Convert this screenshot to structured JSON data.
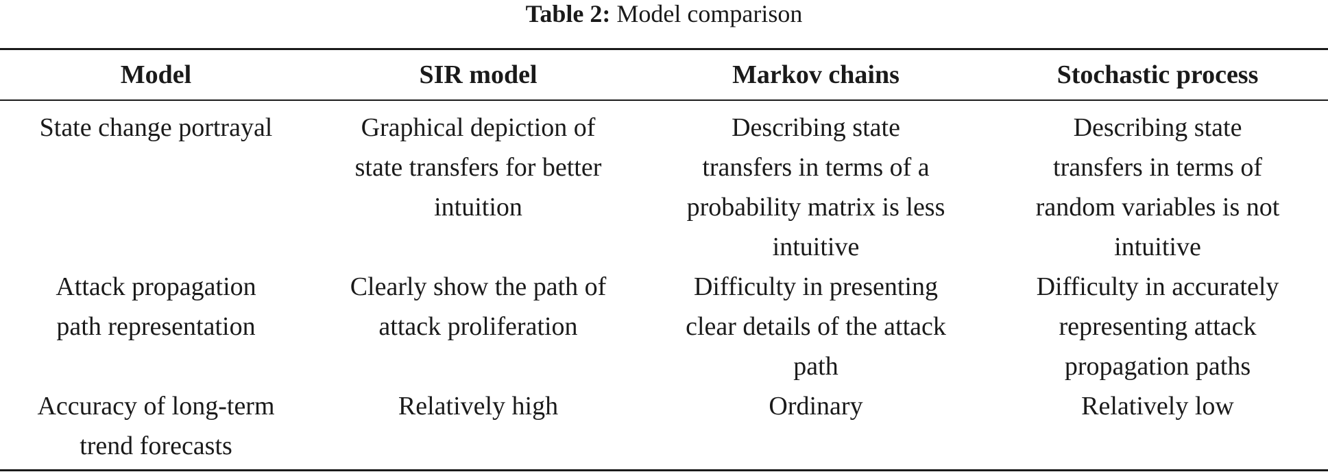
{
  "caption": {
    "label": "Table 2:",
    "title": "Model comparison"
  },
  "table": {
    "headers": [
      "Model",
      "SIR model",
      "Markov chains",
      "Stochastic process"
    ],
    "rows": [
      [
        [
          "State change portrayal"
        ],
        [
          "Graphical depiction of",
          "state transfers for better",
          "intuition"
        ],
        [
          "Describing state",
          "transfers in terms of a",
          "probability matrix is less",
          "intuitive"
        ],
        [
          "Describing state",
          "transfers in terms of",
          "random variables is not",
          "intuitive"
        ]
      ],
      [
        [
          "Attack propagation",
          "path representation"
        ],
        [
          "Clearly show the path of",
          "attack proliferation"
        ],
        [
          "Difficulty in presenting",
          "clear details of the attack",
          "path"
        ],
        [
          "Difficulty in accurately",
          "representing attack",
          "propagation paths"
        ]
      ],
      [
        [
          "Accuracy of long-term",
          "trend forecasts"
        ],
        [
          "Relatively high"
        ],
        [
          "Ordinary"
        ],
        [
          "Relatively low"
        ]
      ]
    ]
  }
}
